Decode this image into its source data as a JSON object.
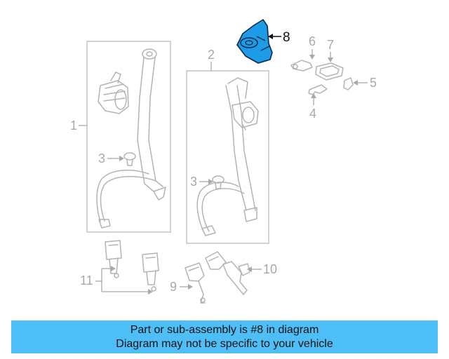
{
  "callouts": {
    "c1": "1",
    "c2": "2",
    "c3a": "3",
    "c3b": "3",
    "c4": "4",
    "c5": "5",
    "c6": "6",
    "c7": "7",
    "c8": "8",
    "c9": "9",
    "c10": "10",
    "c11": "11"
  },
  "highlight_part": "8",
  "colors": {
    "highlight_fill": "#1e9be6",
    "banner_bg": "#4dbef6",
    "lines": "#b4b4b4"
  },
  "banner": {
    "line1": "Part or sub-assembly is #8 in diagram",
    "line2": "Diagram may not be specific to your vehicle"
  }
}
